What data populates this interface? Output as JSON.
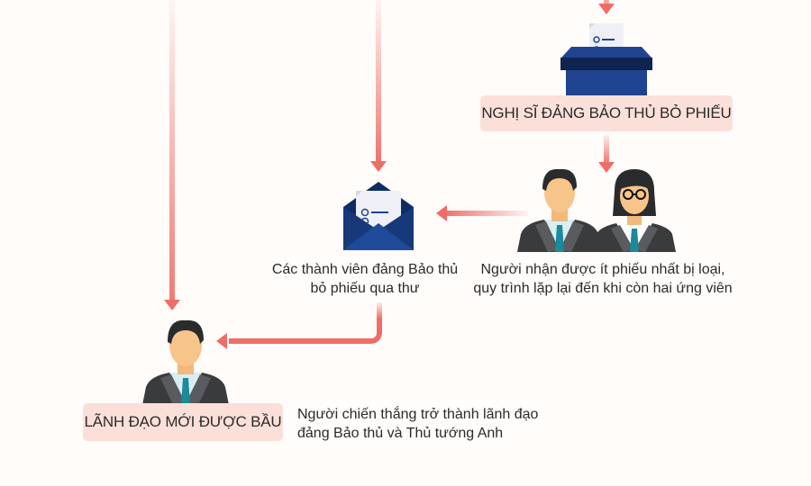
{
  "colors": {
    "background": "#fffcfa",
    "arrow": "#ef6d66",
    "label_box": "#fbe0d9",
    "navy": "#1f4390",
    "navy_dark": "#0f2450",
    "suit": "#3a3b3d",
    "skin": "#f7c48a",
    "tie": "#1b8a9a"
  },
  "ballot": {
    "label": "NGHỊ SĨ ĐẢNG BẢO THỦ BỎ PHIẾU",
    "icon": "ballot-box-icon"
  },
  "candidates": {
    "icon": "two-candidates-icon",
    "caption_line1": "Người nhận được ít phiếu nhất bị loại,",
    "caption_line2": "quy trình lặp lại đến khi còn hai ứng viên"
  },
  "postal_vote": {
    "icon": "envelope-ballot-icon",
    "caption_line1": "Các thành viên đảng Bảo thủ",
    "caption_line2": "bỏ phiếu qua thư"
  },
  "leader": {
    "icon": "leader-person-icon",
    "label": "LÃNH ĐẠO MỚI ĐƯỢC BẦU",
    "caption_line1": "Người chiến thắng trở thành lãnh đạo",
    "caption_line2": "đảng Bảo thủ và Thủ tướng Anh"
  }
}
